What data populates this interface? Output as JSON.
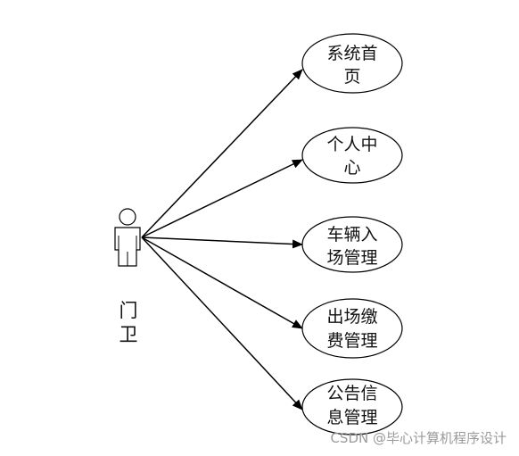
{
  "actor": {
    "icon": "person-icon",
    "label_line1": "门",
    "label_line2": "卫"
  },
  "use_cases": [
    {
      "id": "home",
      "line1": "系统首",
      "line2": "页"
    },
    {
      "id": "profile",
      "line1": "个人中",
      "line2": "心"
    },
    {
      "id": "vehicle-entry",
      "line1": "车辆入",
      "line2": "场管理"
    },
    {
      "id": "exit-payment",
      "line1": "出场缴",
      "line2": "费管理"
    },
    {
      "id": "announcement",
      "line1": "公告信",
      "line2": "息管理"
    }
  ],
  "watermark": "CSDN @毕心计算机程序设计"
}
